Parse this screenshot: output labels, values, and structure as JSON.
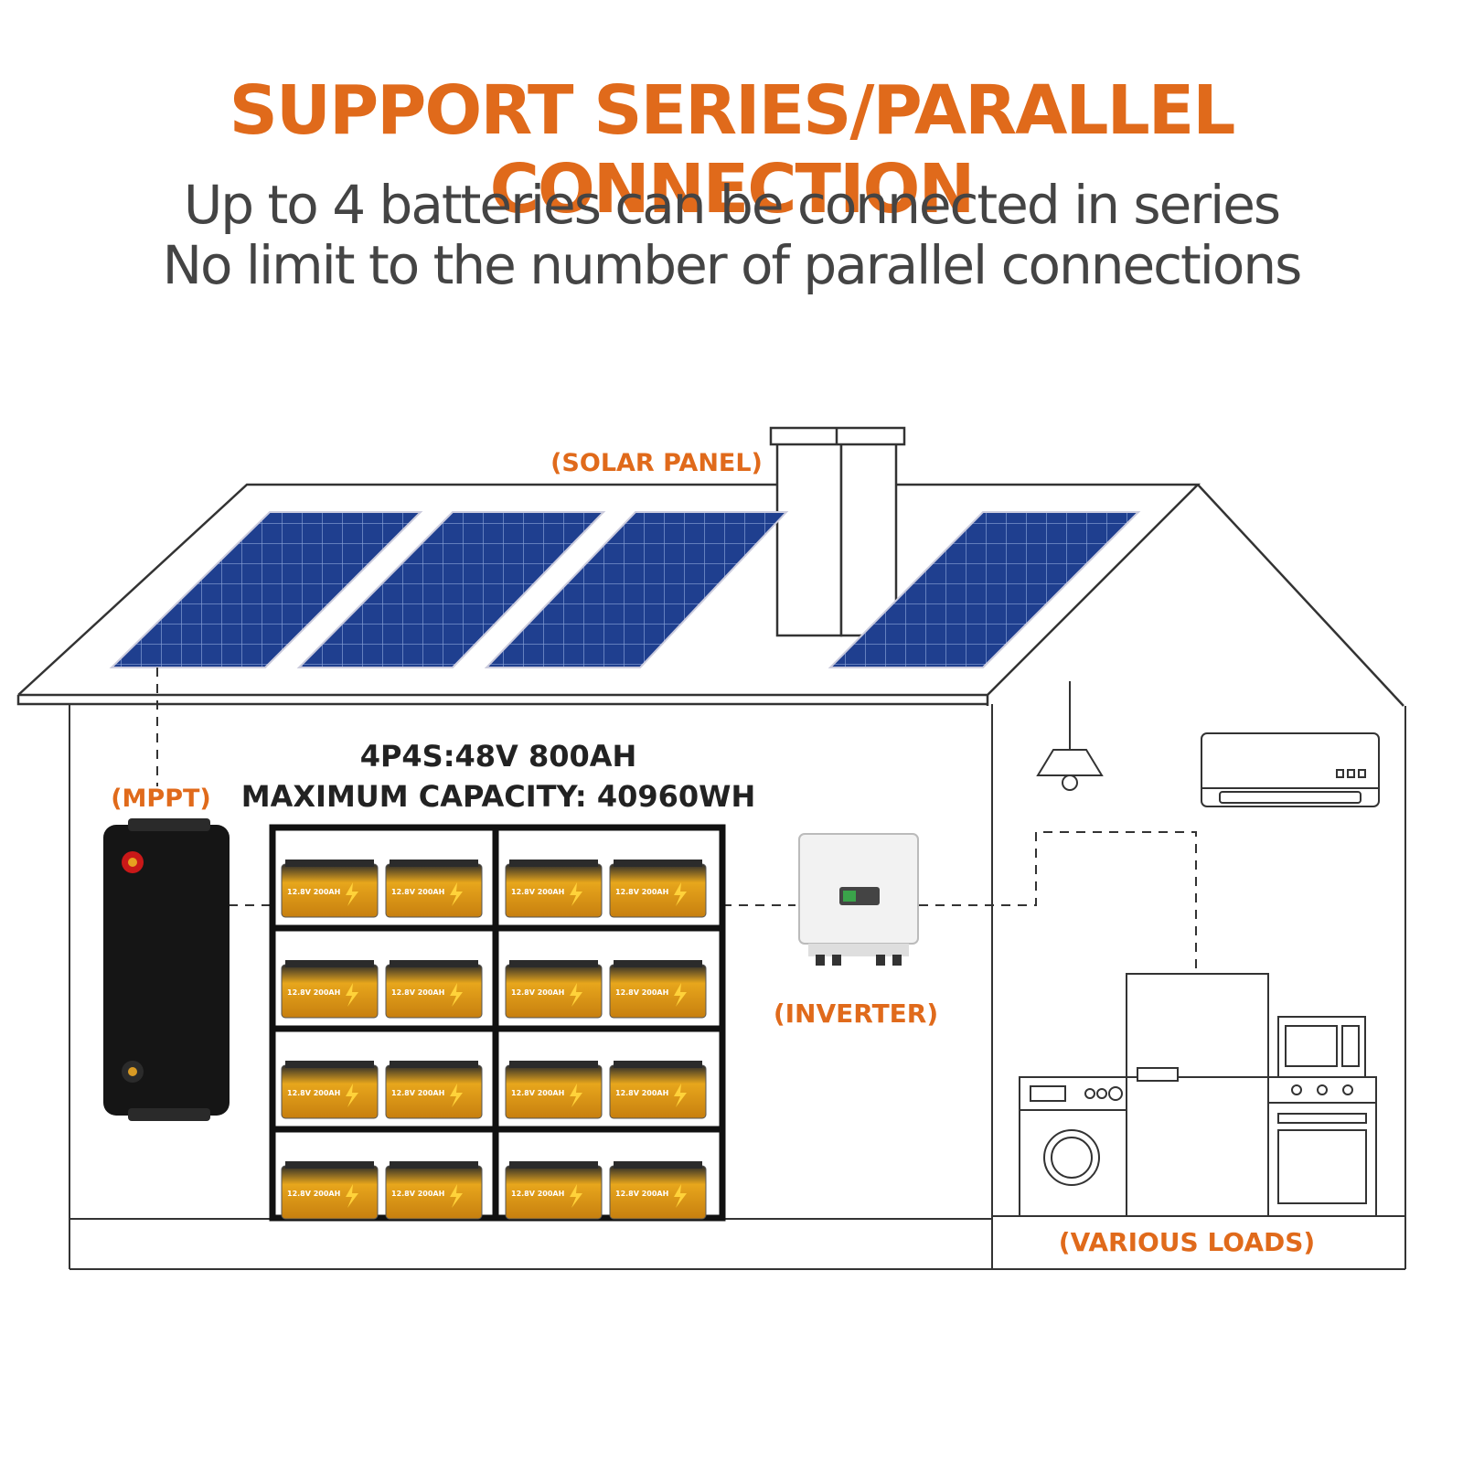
{
  "header": {
    "title": "SUPPORT SERIES/PARALLEL CONNECTION",
    "subtitle_line1": "Up to 4 batteries can be connected in series",
    "subtitle_line2": "No limit to the number of parallel connections"
  },
  "labels": {
    "solar_panel": "(SOLAR PANEL)",
    "mppt": "(MPPT)",
    "inverter": "(INVERTER)",
    "various_loads": "(VARIOUS LOADS)",
    "config": "4P4S:48V 800AH",
    "capacity": "MAXIMUM CAPACITY: 40960WH"
  },
  "battery": {
    "rating": "12.8V 200AH",
    "rows": 4,
    "per_row": 4
  },
  "colors": {
    "accent": "#e06a1b",
    "text_dark": "#222222",
    "panel_blue": "#1f3f8f",
    "battery_gold": "#e7a61c"
  },
  "icons": [
    "solar-panel-icon",
    "mppt-controller-icon",
    "battery-icon",
    "inverter-icon",
    "air-conditioner-icon",
    "ceiling-lamp-icon",
    "washing-machine-icon",
    "refrigerator-icon",
    "microwave-icon",
    "stove-icon"
  ]
}
